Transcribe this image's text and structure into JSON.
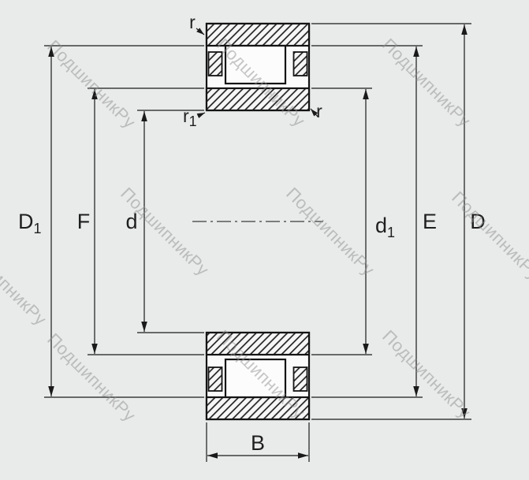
{
  "watermark": {
    "text": "ПодшипникРу"
  },
  "labels": {
    "r_top": "r",
    "r1_base": "r",
    "r1_sub": "1",
    "r_right": "r",
    "D1_base": "D",
    "D1_sub": "1",
    "F": "F",
    "d": "d",
    "d1_base": "d",
    "d1_sub": "1",
    "E": "E",
    "D": "D",
    "B": "B"
  },
  "colors": {
    "background": "#e9eaea",
    "line": "#1a1a1a",
    "watermark": "#8f8f8f",
    "section_fill": "#fafafa"
  }
}
